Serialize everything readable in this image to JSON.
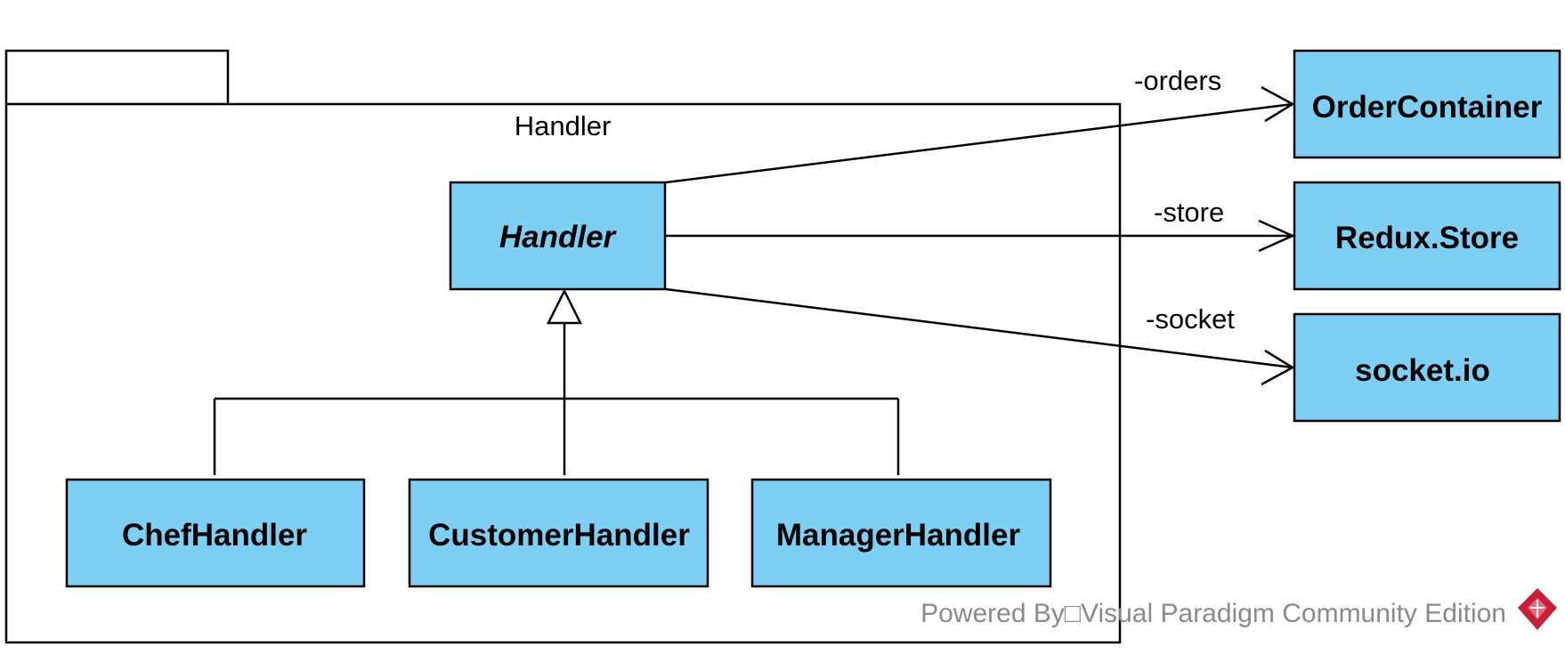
{
  "package": {
    "name": "Handler"
  },
  "classes": {
    "handler": "Handler",
    "chef": "ChefHandler",
    "customer": "CustomerHandler",
    "manager": "ManagerHandler",
    "order_container": "OrderContainer",
    "redux_store": "Redux.Store",
    "socket_io": "socket.io"
  },
  "associations": {
    "orders": "-orders",
    "store": "-store",
    "socket": "-socket"
  },
  "watermark": {
    "text": "Powered By□Visual Paradigm Community Edition"
  },
  "colors": {
    "class_fill": "#7ecff4",
    "stroke": "#000000",
    "watermark": "#8a8a8a",
    "logo": "#c81e3a"
  }
}
